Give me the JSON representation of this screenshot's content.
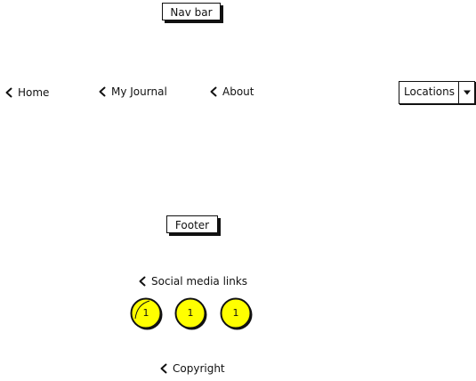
{
  "header": {
    "nav_bar_label": "Nav bar"
  },
  "nav": {
    "links": [
      {
        "label": "Home"
      },
      {
        "label": "My Journal"
      },
      {
        "label": "About"
      }
    ],
    "locations_dropdown": {
      "value": "Locations"
    }
  },
  "footer": {
    "label": "Footer",
    "social_label": "Social media links",
    "social_icons": [
      {
        "text": "1"
      },
      {
        "text": "1"
      },
      {
        "text": "1"
      }
    ],
    "copyright_label": "Copyright"
  },
  "colors": {
    "social_fill": "#ffff00",
    "stroke": "#111111"
  },
  "icons": {
    "link_icon": "chevron-left-icon",
    "dropdown_icon": "caret-down-icon"
  }
}
